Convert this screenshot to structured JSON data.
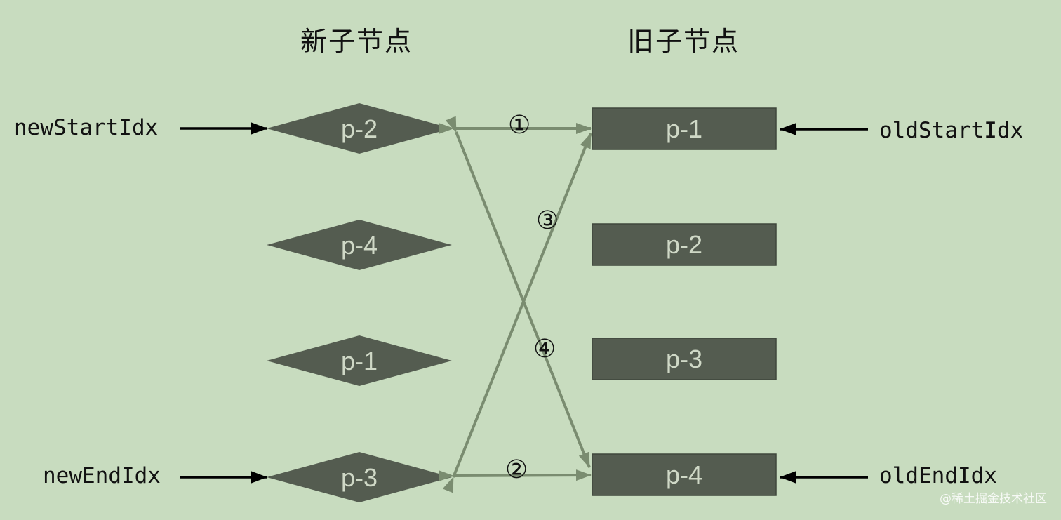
{
  "headings": {
    "new_children": "新子节点",
    "old_children": "旧子节点"
  },
  "pointers": {
    "new_start": "newStartIdx",
    "new_end": "newEndIdx",
    "old_start": "oldStartIdx",
    "old_end": "oldEndIdx"
  },
  "new_nodes": [
    "p-2",
    "p-4",
    "p-1",
    "p-3"
  ],
  "old_nodes": [
    "p-1",
    "p-2",
    "p-3",
    "p-4"
  ],
  "steps": [
    "①",
    "②",
    "③",
    "④"
  ],
  "watermark": "@稀土掘金技术社区",
  "colors": {
    "background": "#c8dcbf",
    "node_fill": "#545c50",
    "node_text": "#cfd8c6",
    "compare_arrow": "#7a8c70",
    "pointer_arrow": "#000000"
  }
}
